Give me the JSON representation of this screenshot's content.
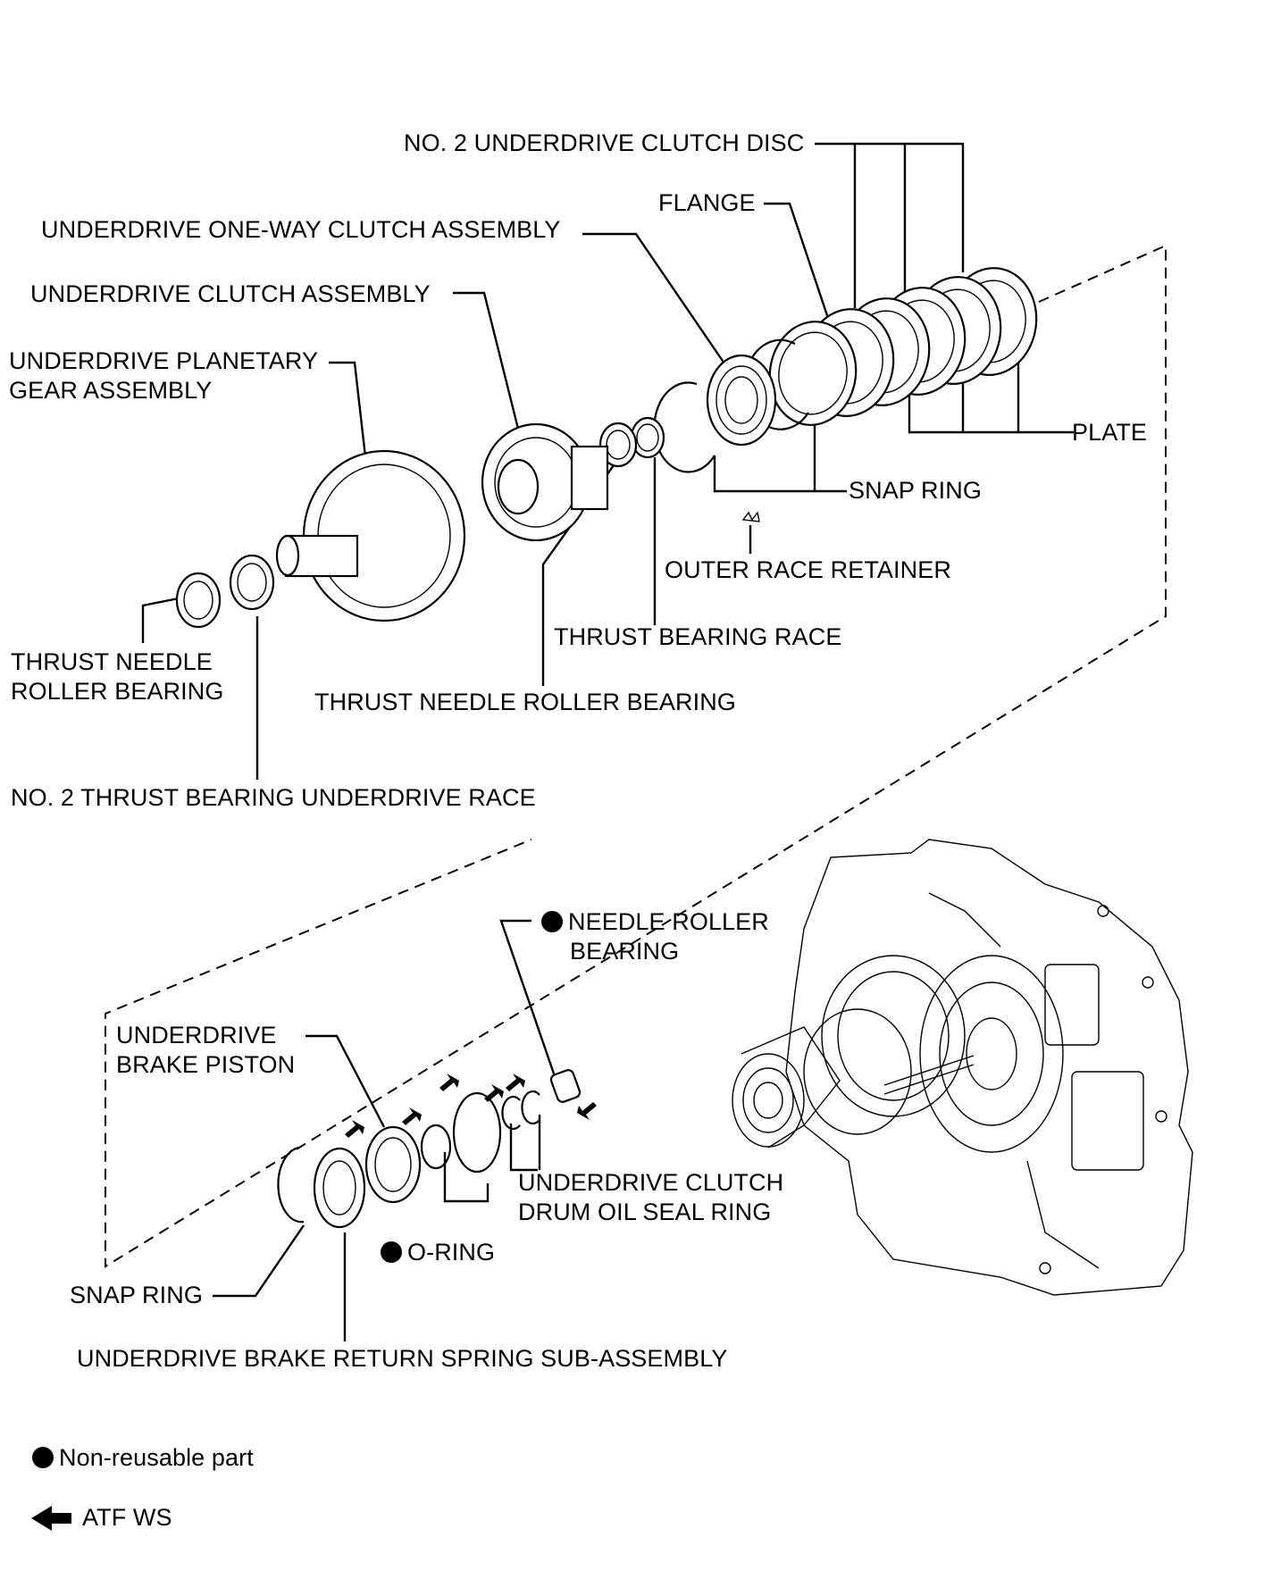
{
  "labels": {
    "no2_underdrive_clutch_disc": "NO. 2 UNDERDRIVE CLUTCH DISC",
    "flange": "FLANGE",
    "underdrive_one_way_clutch_assembly": "UNDERDRIVE ONE-WAY CLUTCH ASSEMBLY",
    "underdrive_clutch_assembly": "UNDERDRIVE CLUTCH ASSEMBLY",
    "underdrive_planetary_gear_assembly_1": "UNDERDRIVE PLANETARY",
    "underdrive_planetary_gear_assembly_2": "GEAR ASSEMBLY",
    "plate": "PLATE",
    "snap_ring_upper": "SNAP RING",
    "outer_race_retainer": "OUTER RACE RETAINER",
    "thrust_bearing_race": "THRUST BEARING RACE",
    "thrust_needle_roller_bearing_left_1": "THRUST NEEDLE",
    "thrust_needle_roller_bearing_left_2": "ROLLER BEARING",
    "thrust_needle_roller_bearing_mid": "THRUST NEEDLE ROLLER BEARING",
    "no2_thrust_bearing_underdrive_race": "NO. 2 THRUST BEARING UNDERDRIVE RACE",
    "needle_roller_bearing_1": "NEEDLE ROLLER",
    "needle_roller_bearing_2": "BEARING",
    "underdrive_brake_piston_1": "UNDERDRIVE",
    "underdrive_brake_piston_2": "BRAKE PISTON",
    "underdrive_clutch_drum_oil_seal_ring_1": "UNDERDRIVE CLUTCH",
    "underdrive_clutch_drum_oil_seal_ring_2": "DRUM OIL SEAL RING",
    "o_ring": "O-RING",
    "snap_ring_lower": "SNAP RING",
    "underdrive_brake_return_spring": "UNDERDRIVE BRAKE RETURN SPRING SUB-ASSEMBLY"
  },
  "legend": {
    "non_reusable": "Non-reusable part",
    "atf_ws": "ATF WS"
  },
  "icons": {
    "non_reusable_marker": "filled-circle-icon",
    "atf_marker": "left-arrow-icon"
  },
  "colors": {
    "ink": "#000000",
    "paper": "#ffffff"
  }
}
